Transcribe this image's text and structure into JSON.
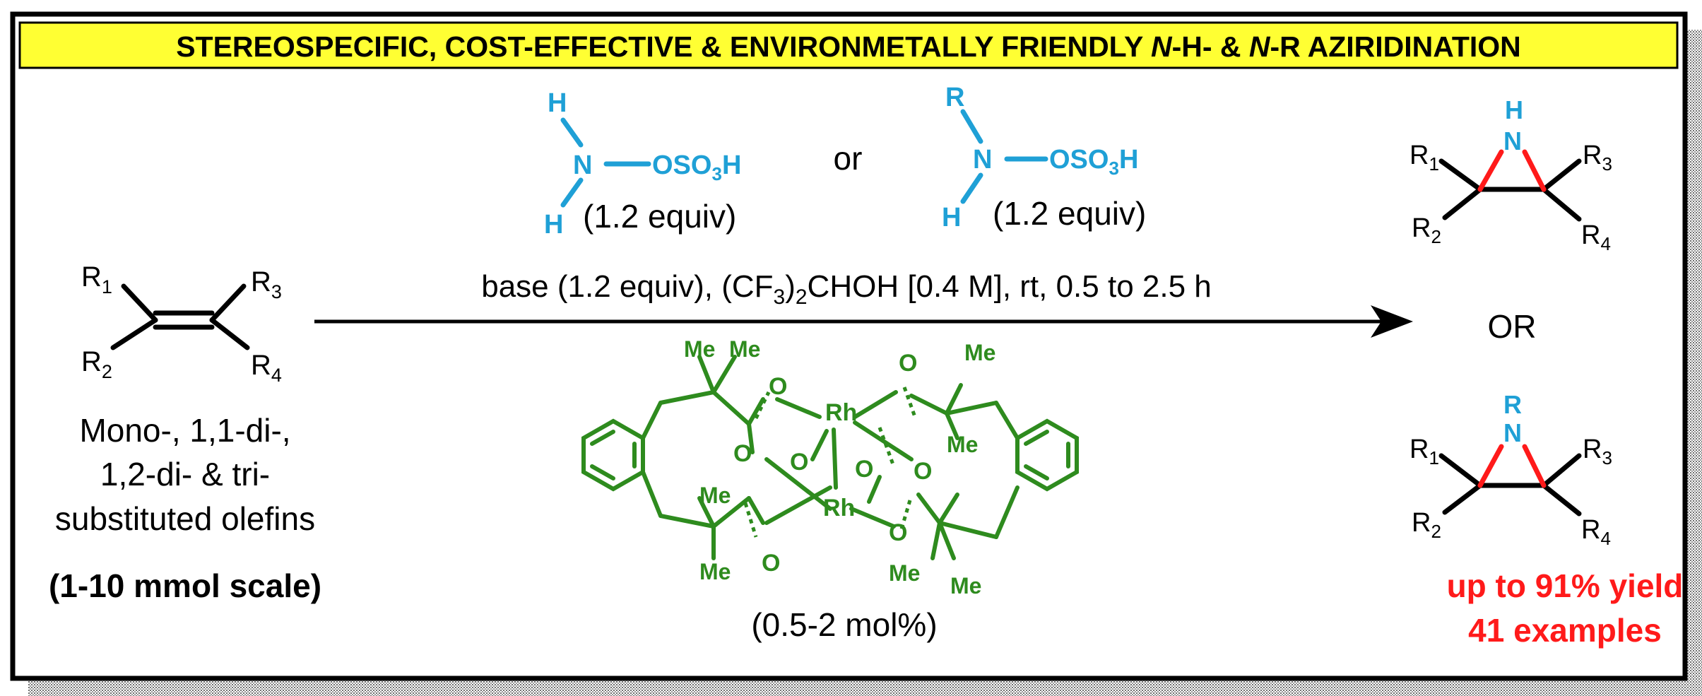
{
  "banner": {
    "part1": "STEREOSPECIFIC, COST-EFFECTIVE & ENVIRONMETALLY FRIENDLY ",
    "n1": "N",
    "part2": "-H- & ",
    "n2": "N",
    "part3": "-R AZIRIDINATION"
  },
  "olefin": {
    "r1": "R",
    "r2": "R",
    "r3": "R",
    "r4": "R",
    "s1": "1",
    "s2": "2",
    "s3": "3",
    "s4": "4",
    "desc_line1": "Mono-, 1,1-di-,",
    "desc_line2": "1,2-di- & tri-",
    "desc_line3": "substituted olefins",
    "scale": "(1-10 mmol scale)"
  },
  "reagents": {
    "hosa": {
      "h_top": "H",
      "n": "N",
      "oso3h_pre": "OSO",
      "oso3h_sub": "3",
      "oso3h_post": "H",
      "h_bottom": "H",
      "equiv": "(1.2 equiv)"
    },
    "or_word": "or",
    "rhosa": {
      "r_top": "R",
      "n": "N",
      "oso3h_pre": "OSO",
      "oso3h_sub": "3",
      "oso3h_post": "H",
      "h_bottom": "H",
      "equiv": "(1.2 equiv)"
    }
  },
  "conditions": {
    "part1": "base (1.2 equiv), (CF",
    "sub": "3",
    "part2": ")",
    "sub2": "2",
    "part3": "CHOH [0.4 M], rt, 0.5 to 2.5 h"
  },
  "catalyst": {
    "me": "Me",
    "o": "O",
    "rh": "Rh",
    "loading": "(0.5-2 mol%)"
  },
  "product_nh": {
    "h": "H",
    "n": "N",
    "r": "R",
    "s1": "1",
    "s2": "2",
    "s3": "3",
    "s4": "4"
  },
  "or_big": "OR",
  "product_nr": {
    "r_top": "R",
    "n": "N",
    "r": "R",
    "s1": "1",
    "s2": "2",
    "s3": "3",
    "s4": "4"
  },
  "yield": {
    "line1": "up to 91% yield",
    "line2": "41 examples"
  },
  "colors": {
    "banner": "#ffff33",
    "blue": "#1fa0d6",
    "green": "#2e8b1e",
    "red": "#ff1a1a",
    "black": "#000000"
  }
}
